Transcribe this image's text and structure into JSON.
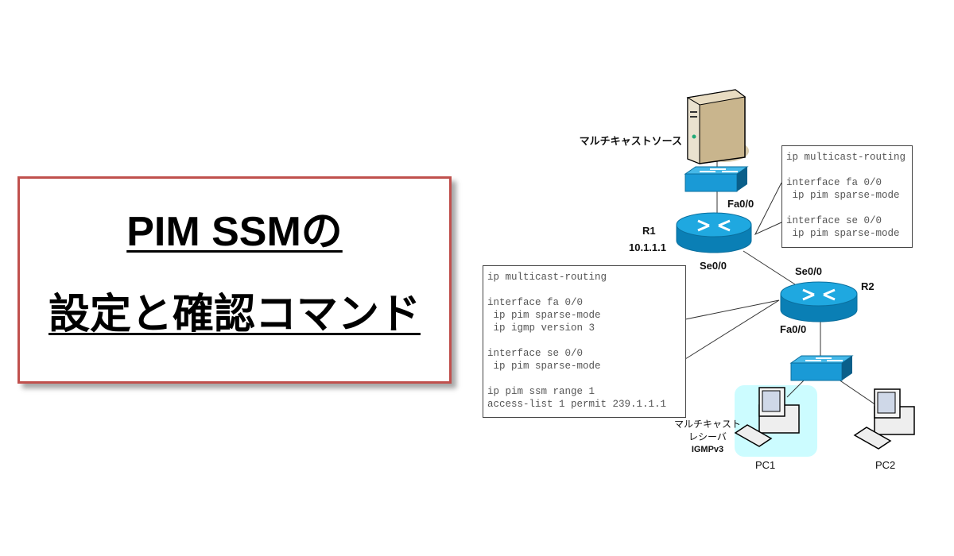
{
  "title": {
    "line1": "PIM SSMの",
    "line2": "設定と確認コマンド",
    "border_color": "#c0504d"
  },
  "diagram": {
    "source_label": "マルチキャストソース",
    "r1": {
      "name": "R1",
      "address": "10.1.1.1",
      "fa_label": "Fa0/0",
      "se_label": "Se0/0"
    },
    "r2": {
      "name": "R2",
      "se_label": "Se0/0",
      "fa_label": "Fa0/0"
    },
    "receiver_label": {
      "line1": "マルチキャスト",
      "line2": "レシーバ",
      "line3": "IGMPv3"
    },
    "pc1": "PC1",
    "pc2": "PC2",
    "r1_config": [
      "ip multicast-routing",
      "",
      "interface fa 0/0",
      " ip pim sparse-mode",
      "",
      "interface se 0/0",
      " ip pim sparse-mode"
    ],
    "r2_config": [
      "ip multicast-routing",
      "",
      "interface fa 0/0",
      " ip pim sparse-mode",
      " ip igmp version 3",
      "",
      "interface se 0/0",
      " ip pim sparse-mode",
      "",
      "ip pim ssm range 1",
      "access-list 1 permit 239.1.1.1"
    ],
    "colors": {
      "device_blue": "#1a9ad6",
      "device_dark": "#0a6f9e",
      "highlight": "#ccfcff"
    }
  }
}
